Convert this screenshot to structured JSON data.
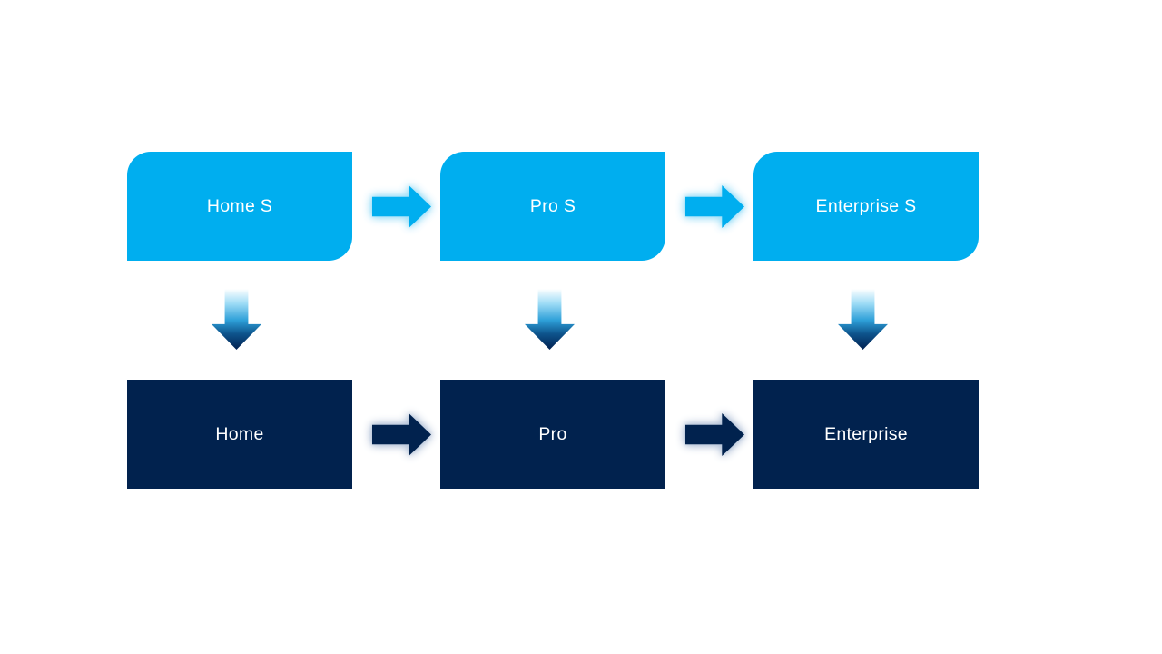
{
  "diagram": {
    "top_row": [
      {
        "label": "Home S"
      },
      {
        "label": "Pro S"
      },
      {
        "label": "Enterprise S"
      }
    ],
    "bottom_row": [
      {
        "label": "Home"
      },
      {
        "label": "Pro"
      },
      {
        "label": "Enterprise"
      }
    ]
  },
  "colors": {
    "top_box": "#00AEEF",
    "bottom_box": "#01224E",
    "box_text": "#FFFFFF",
    "top_arrow": "#00AEEF",
    "top_arrow_glow": "#9EDFF8",
    "bottom_arrow": "#01224E",
    "bottom_arrow_glow": "#B3C2D8",
    "v_arrow_start": "#FFFFFF",
    "v_arrow_light": "#9FDCF6",
    "v_arrow_mid": "#2D9FD8",
    "v_arrow_end": "#012050",
    "slide_bg": "#FFFFFF"
  }
}
